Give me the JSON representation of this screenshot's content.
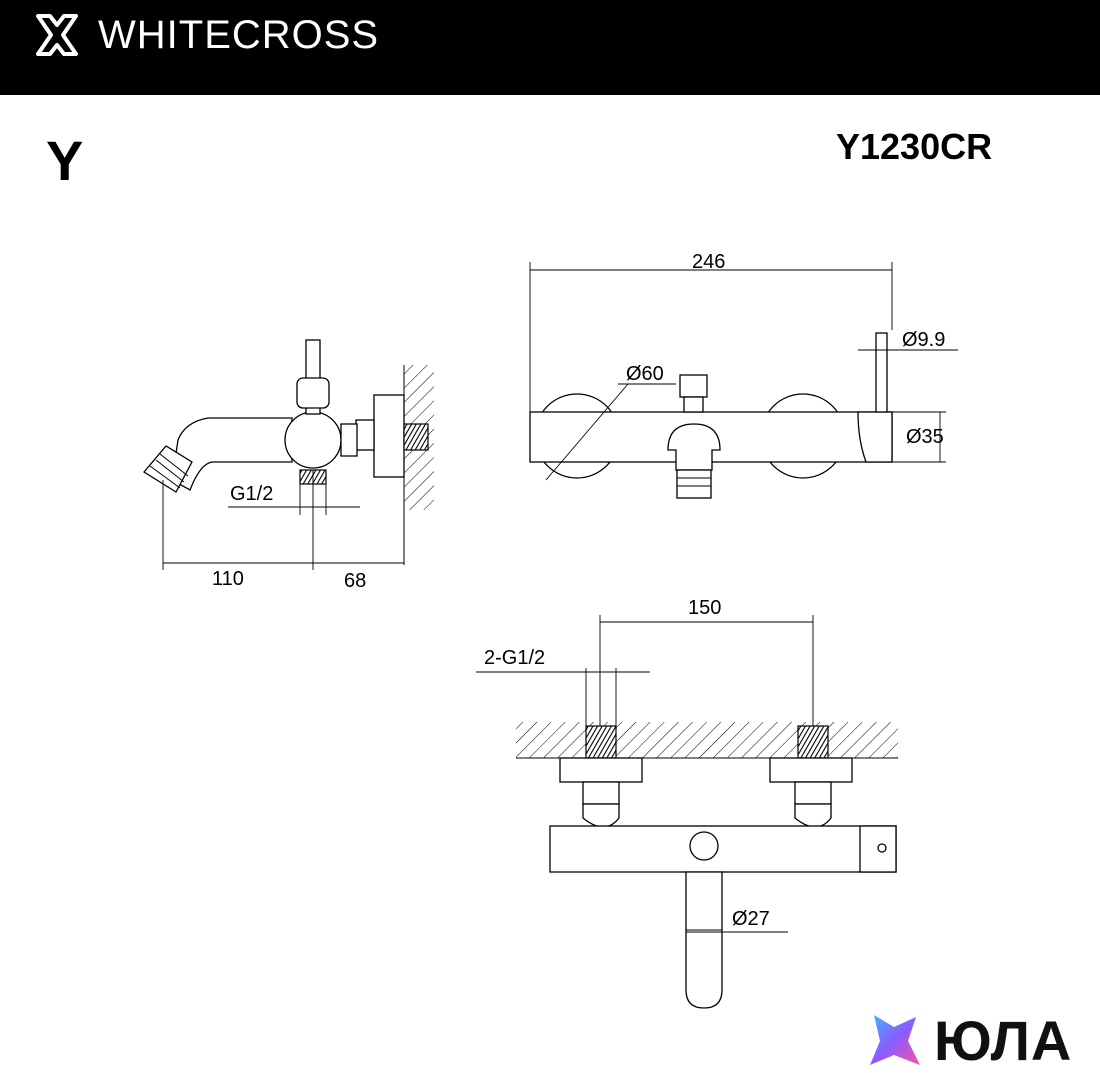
{
  "header": {
    "brand": "WHITECROSS"
  },
  "series": "Y",
  "model": "Y1230CR",
  "side_view": {
    "dims": [
      "G1/2",
      "110",
      "68"
    ]
  },
  "front_view": {
    "dims": [
      "246",
      "Ø60",
      "Ø9.9",
      "Ø35"
    ]
  },
  "bottom_view": {
    "dims": [
      "150",
      "2-G1/2",
      "Ø27"
    ]
  },
  "seller_logo": {
    "name": "ЮЛА"
  },
  "colors": {
    "header_bg": "#000000",
    "line": "#000000",
    "brand_text": "#ffffff"
  }
}
